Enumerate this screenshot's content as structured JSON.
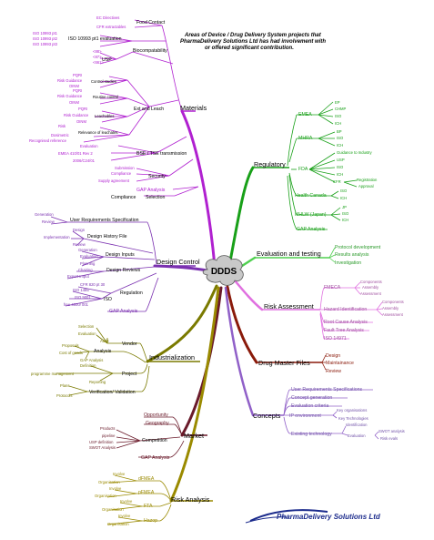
{
  "header": {
    "lines": [
      "Areas of Device / Drug Delivery System projects that",
      "PharmaDelivery Solutions Ltd has had involvement with",
      "or offered significant contribution."
    ]
  },
  "center": {
    "label": "DDDS"
  },
  "logo": {
    "text": "PharmaDelivery Solutions Ltd"
  },
  "colors": {
    "materials": "#b020d0",
    "design_control": "#7a30b0",
    "regulatory": "#18a018",
    "evaluation": "#50d050",
    "risk_assessment": "#e070e0",
    "drug_master": "#8a1a0a",
    "concepts": "#9060c8",
    "industrialization": "#7a7a00",
    "market": "#6a1a2a",
    "risk_analysis": "#9a8a00",
    "logo": "#1b2b8c"
  },
  "branches": {
    "materials": {
      "label": "Materials",
      "food_contact": "Food Contact",
      "fc_ec": "EC Directives",
      "fc_cfr": "CFR extractables",
      "iso": "ISO 10993 pt1 evaluation",
      "iso_a": "ISO 10993 pt1",
      "iso_b": "ISO 10993 pt2",
      "iso_c": "ISO 10993 pt3",
      "biocompat": "Biocompatability",
      "usp": "USP",
      "usp_a": "<88>",
      "usp_b": "<87>",
      "usp_c": "<661>",
      "ext_leach": "Ext and Leach",
      "control_studies": "Control studies",
      "cs_a": "PQRI",
      "cs_b": "Risk Guidance",
      "cs_c": "OINM",
      "routine": "Routine control",
      "rc_a": "PQRI",
      "rc_b": "Risk Guidance",
      "rc_c": "OINM",
      "leachables": "Leachables",
      "lc_a": "PQRI",
      "lc_b": "Risk Guidance",
      "lc_c": "OINM",
      "relevant": "Relevance of leachates",
      "rl_a": "Risk",
      "rl_b": "Dosimetric",
      "rl_c": "Recognised reference",
      "bse": "BSE / TSE transmission",
      "bse_a": "Evaluation",
      "bse_b": "EMEA 410/01 Rev 2",
      "bse_c": "2006/C24/01",
      "security": "Security",
      "sec_a": "Submission",
      "sec_b": "Compliance",
      "sec_c": "Supply agreement",
      "gap": "GAP Analysis",
      "selection": "Selection",
      "compliance": "Compliance"
    },
    "design_control": {
      "label": "Design Control",
      "urs": "User Requirements Specification",
      "urs_a": "Generation",
      "urs_b": "Review",
      "dhf": "Design History File",
      "dhf_a": "Design",
      "dhf_b": "Implementation",
      "dhf_c": "Review",
      "inputs": "Design Inputs",
      "in_a": "Generation",
      "in_b": "Evaluation",
      "in_c": "Planning",
      "reviews": "Design Reviews",
      "rv_a": "Chairing",
      "rv_b": "Expert Imput",
      "regulation": "Regulation",
      "rg_a": "CFR 820 pt 30",
      "iso": "ISO",
      "is_a": "ISO 1485",
      "is_b": "ISO 9001",
      "is_c": "free 4000/ 001",
      "gap": "GAP Analysis"
    },
    "regulatory": {
      "label": "Regulatory",
      "emea": "EMEA",
      "em_a": "EP",
      "em_b": "CHMP",
      "em_c": "ISO",
      "em_d": "ICH",
      "mhra": "MHRA",
      "mh_a": "BP",
      "mh_b": "ISO",
      "mh_c": "ICH",
      "fda": "FDA",
      "fd_a": "Guidance to Industry",
      "fd_b": "USP",
      "fd_c": "ISO",
      "fd_d": "ICH",
      "fd_e": "CFR",
      "fd_e1": "Registration",
      "fd_e2": "Approval",
      "hc": "Health Canada",
      "hc_a": "ISO",
      "hc_b": "ICH",
      "mhlw": "MHLW (Japan)",
      "mw_a": "JP",
      "mw_b": "ISO",
      "mw_c": "ICH",
      "gap": "GAP Analysis"
    },
    "evaluation": {
      "label": "Evaluation and testing",
      "ev_a": "Protocol development",
      "ev_b": "Results analysis",
      "ev_c": "Investigation"
    },
    "risk_assessment": {
      "label": "Risk Assessment",
      "fmeca": "FMECA",
      "fm_a": "Components",
      "fm_b": "Assembly",
      "fm_c": "Assessment",
      "hazard": "Hazard Identification",
      "hz_a": "Components",
      "hz_b": "Assembly",
      "hz_c": "Assessment",
      "rca": "Root Cause Analysis",
      "fta": "Fault Tree Analysis",
      "iso": "ISO 14971"
    },
    "drug_master": {
      "label": "Drug Master Files",
      "dm_a": "Design",
      "dm_b": "Maintainance",
      "dm_c": "Review"
    },
    "concepts": {
      "label": "Concepts",
      "urs": "User Requirements Specifications",
      "gen": "Concept generation",
      "eval": "Evaluation criteria",
      "ip": "IP environment",
      "ip_a": "Key organisations",
      "ip_b": "Key Technologies",
      "existing": "Existing technology",
      "ex_a": "Identification",
      "ex_b": "Evaluation",
      "ex_b1": "SWOT analysis",
      "ex_b2": "Risk evals"
    },
    "industrialization": {
      "label": "Industrialization",
      "vendor": "Vendor",
      "vd_a": "Selection",
      "vd_b": "Evaluation",
      "vd_c": "Audit",
      "analysis": "Analysis",
      "an_a": "Proposals",
      "an_b": "Cost of goods",
      "an_c": "GAP Analysis",
      "project": "Project",
      "pj_a": "Definition",
      "pj_b": "programme management",
      "pj_c": "Reporting",
      "vv": "Verification/ Validation",
      "vv_a": "Plans",
      "vv_b": "Protocols"
    },
    "market": {
      "label": "Market",
      "mk_a": "Opportunity",
      "mk_b": "Geography",
      "competition": "Competition",
      "cp_a": "Products",
      "cp_b": "pipeline",
      "cp_c": "USP definition",
      "cp_d": "SWOT Analysis",
      "gap": "GAP Analysis"
    },
    "risk_analysis": {
      "label": "Risk Analysis",
      "dfmea": "dFMEA",
      "df_a": "Involve",
      "df_b": "Organisation",
      "pfmea": "pFMEA",
      "pf_a": "Involve",
      "pf_b": "Organisation",
      "fta": "FTA",
      "ft_a": "Involve",
      "ft_b": "Organisation",
      "haz": "Hazop",
      "hz_a": "Involve",
      "hz_b": "Organisation"
    }
  }
}
